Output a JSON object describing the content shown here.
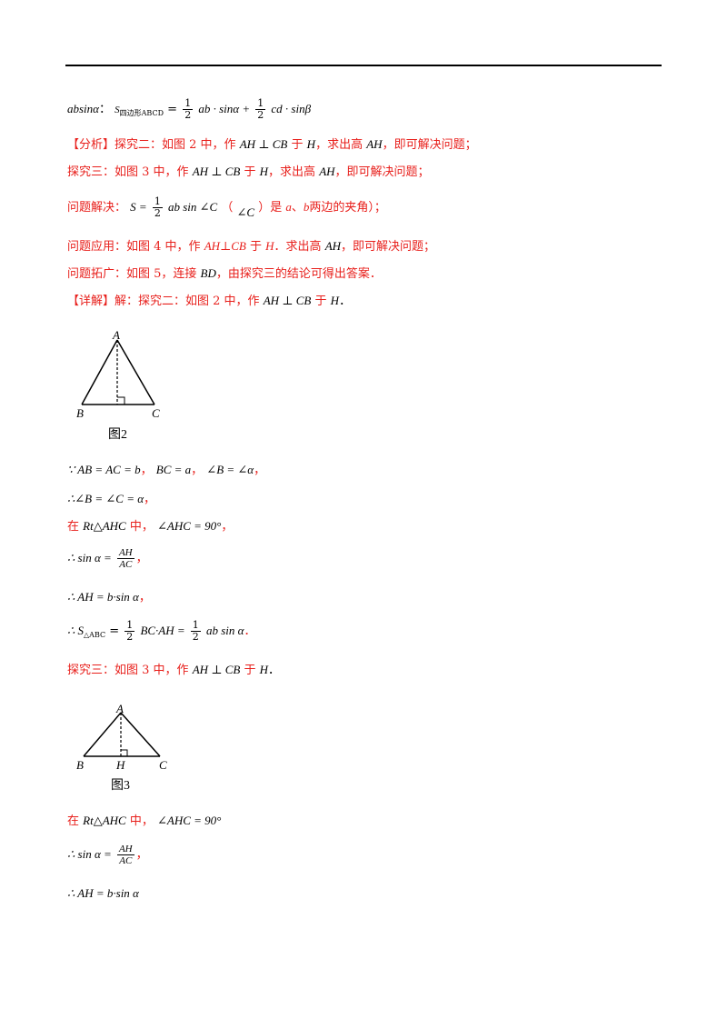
{
  "header": {},
  "intro_formula": {
    "lhs": "absinα",
    "colon": "：",
    "s_label": "S",
    "s_sub": "四边形ABCD",
    "eq": "=",
    "half1": "1",
    "half1_den": "2",
    "t1": "ab · sinα +",
    "half2": "1",
    "half2_den": "2",
    "t2": "cd · sinβ"
  },
  "analysis": {
    "l1_bracket": "【分析】",
    "l1_text": "探究二：如图 2 中，作",
    "l1_math": "AH ⊥ CB",
    "l1_text2": "于",
    "l1_h": "H",
    "l1_text3": "，求出高",
    "l1_ah": "AH",
    "l1_text4": "，即可解决问题；",
    "l2_text": "探究三：如图 3 中，作",
    "l2_math": "AH ⊥ CB",
    "l2_text2": "于",
    "l2_h": "H",
    "l2_text3": "，求出高",
    "l2_ah": "AH",
    "l2_text4": "，即可解决问题；",
    "l3_text": "问题解决：",
    "l3_s": "S =",
    "l3_num": "1",
    "l3_den": "2",
    "l3_tail": "ab sin ∠C",
    "l3_paren_open": "（",
    "l3_angle": "∠C",
    "l3_paren_text": "）是",
    "l3_a": "a",
    "l3_sep": "、",
    "l3_b": "b",
    "l3_end": "两边的夹角）；",
    "l4_text": "问题应用：如图 4 中，作",
    "l4_math": "AH⊥CB",
    "l4_text2": "于",
    "l4_h": "H",
    "l4_text3": "．求出高",
    "l4_ah": "AH",
    "l4_text4": "，即可解决问题；",
    "l5_text": "问题拓广：如图 5，连接",
    "l5_bd": "BD",
    "l5_text2": "，由探究三的结论可得出答案．",
    "l6_bracket": "【详解】",
    "l6_text": "解：探究二：如图 2 中，作",
    "l6_math": "AH ⊥ CB",
    "l6_text2": "于",
    "l6_h": "H",
    "l6_end": "．"
  },
  "figure2": {
    "label_a": "A",
    "label_b": "B",
    "label_c": "C",
    "caption": "图2"
  },
  "proof2": {
    "p1": "∵ AB = AC = b",
    "p1b": "，",
    "p1c": "BC = a",
    "p1d": "，",
    "p1e": "∠B = ∠α",
    "p1f": "，",
    "p2": "∴∠B = ∠C = α",
    "p2b": "，",
    "p3_in": "在",
    "p3_tri": "Rt△AHC",
    "p3_mid": "中，",
    "p3_angle": "∠AHC = 90°",
    "p3_end": "，",
    "p4_pre": "∴ sin α =",
    "p4_num": "AH",
    "p4_den": "AC",
    "p4_end": "，",
    "p5": "∴ AH = b·sin α",
    "p5_end": "，",
    "p6_pre": "∴ S",
    "p6_sub": "△ABC",
    "p6_eq": "=",
    "p6_n1": "1",
    "p6_d1": "2",
    "p6_mid": "BC·AH =",
    "p6_n2": "1",
    "p6_d2": "2",
    "p6_tail": "ab sin α",
    "p6_end": "．"
  },
  "explore3": {
    "text": "探究三：如图 3 中，作",
    "math": "AH ⊥ CB",
    "text2": "于",
    "h": "H",
    "end": "．"
  },
  "figure3": {
    "label_a": "A",
    "label_b": "B",
    "label_h": "H",
    "label_c": "C",
    "caption": "图3"
  },
  "proof3": {
    "p1_in": "在",
    "p1_tri": "Rt△AHC",
    "p1_mid": "中，",
    "p1_angle": "∠AHC = 90°",
    "p2_pre": "∴ sin α =",
    "p2_num": "AH",
    "p2_den": "AC",
    "p2_end": "，",
    "p3": "∴ AH = b·sin α"
  }
}
